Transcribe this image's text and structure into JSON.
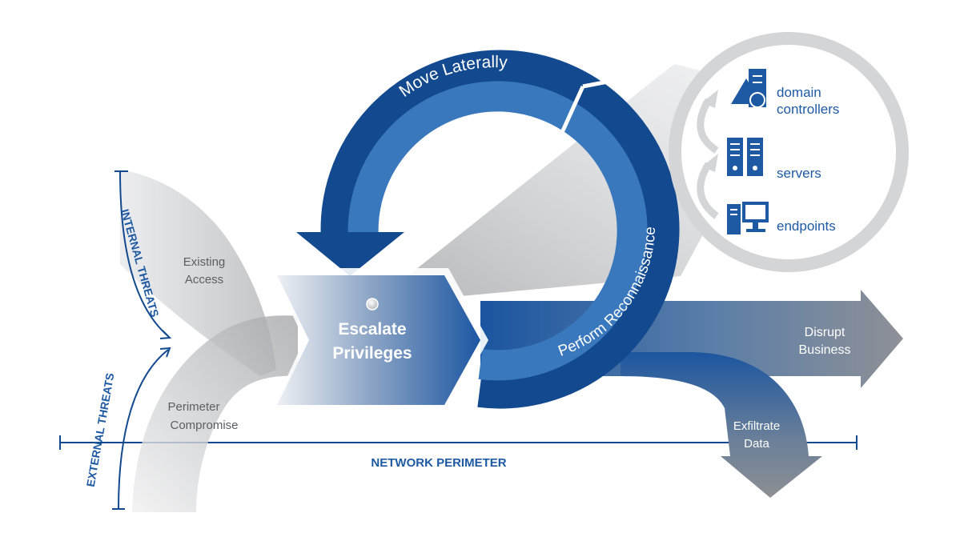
{
  "diagram": {
    "sides": {
      "internal": "INTERNAL THREATS",
      "external": "EXTERNAL THREATS"
    },
    "entry": {
      "existing_line1": "Existing",
      "existing_line2": "Access",
      "perimeter_line1": "Perimeter",
      "perimeter_line2": "Compromise"
    },
    "core": {
      "line1": "Escalate",
      "line2": "Privileges"
    },
    "cycle": {
      "move": "Move Laterally",
      "recon": "Perform Reconnaissance"
    },
    "targets": [
      {
        "line1": "domain",
        "line2": "controllers",
        "icon": "domain-controller-icon"
      },
      {
        "line1": "servers",
        "line2": "",
        "icon": "servers-icon"
      },
      {
        "line1": "endpoints",
        "line2": "",
        "icon": "endpoint-computer-icon"
      }
    ],
    "outcomes": {
      "disrupt_line1": "Disrupt",
      "disrupt_line2": "Business",
      "exfil_line1": "Exfiltrate",
      "exfil_line2": "Data"
    },
    "perimeter_label": "NETWORK PERIMETER"
  },
  "colors": {
    "navy": "#12498f",
    "mid_blue": "#3a78bd",
    "light_blue": "#5f93cf",
    "gray_arrow": "#8a8c90",
    "light_gray": "#d4d5d7",
    "label_gray": "#5c5e62",
    "accent_text": "#1e5aa3"
  }
}
